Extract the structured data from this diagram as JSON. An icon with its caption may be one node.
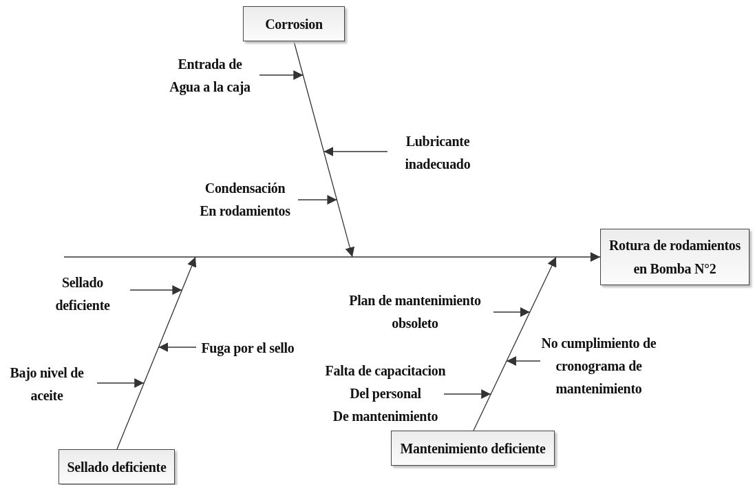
{
  "diagram": {
    "nodes": [
      {
        "text": [
          "Corrosion"
        ]
      },
      {
        "text": [
          "Entrada de Agua a la caja"
        ]
      },
      {
        "text": [
          "Lubricante inadecuado"
        ]
      },
      {
        "text": [
          "Condensación En rodamientos"
        ]
      },
      {
        "text": [
          "Rotura de rodamientos en Bomba N°2"
        ]
      },
      {
        "text": [
          "Sellado deficiente"
        ]
      },
      {
        "text": [
          "Plan de mantenimiento obsoleto"
        ]
      },
      {
        "text": [
          "Fuga por el sello"
        ]
      },
      {
        "text": [
          "No cumplimiento de cronograma de mantenimiento"
        ]
      },
      {
        "text": [
          "Bajo nivel de aceite"
        ]
      },
      {
        "text": [
          "Falta de capacitacion Del personal De mantenimiento"
        ]
      },
      {
        "text": [
          "Sellado deficiente"
        ]
      },
      {
        "text": [
          "Mantenimiento deficiente"
        ]
      }
    ],
    "edges": [
      {
        "from": null,
        "to": 4,
        "arrow": "to"
      },
      {
        "from": 0,
        "to": null,
        "arrow": "to"
      },
      {
        "from": 1,
        "to": null,
        "arrow": "to"
      },
      {
        "from": 2,
        "to": null,
        "arrow": "to"
      },
      {
        "from": 3,
        "to": null,
        "arrow": "to"
      },
      {
        "from": 11,
        "to": null,
        "arrow": "to"
      },
      {
        "from": 5,
        "to": null,
        "arrow": "to"
      },
      {
        "from": 7,
        "to": null,
        "arrow": "to"
      },
      {
        "from": 9,
        "to": null,
        "arrow": "to"
      },
      {
        "from": 12,
        "to": null,
        "arrow": "to"
      },
      {
        "from": 6,
        "to": null,
        "arrow": "to"
      },
      {
        "from": 8,
        "to": null,
        "arrow": "to"
      },
      {
        "from": 10,
        "to": null,
        "arrow": "to"
      }
    ]
  }
}
